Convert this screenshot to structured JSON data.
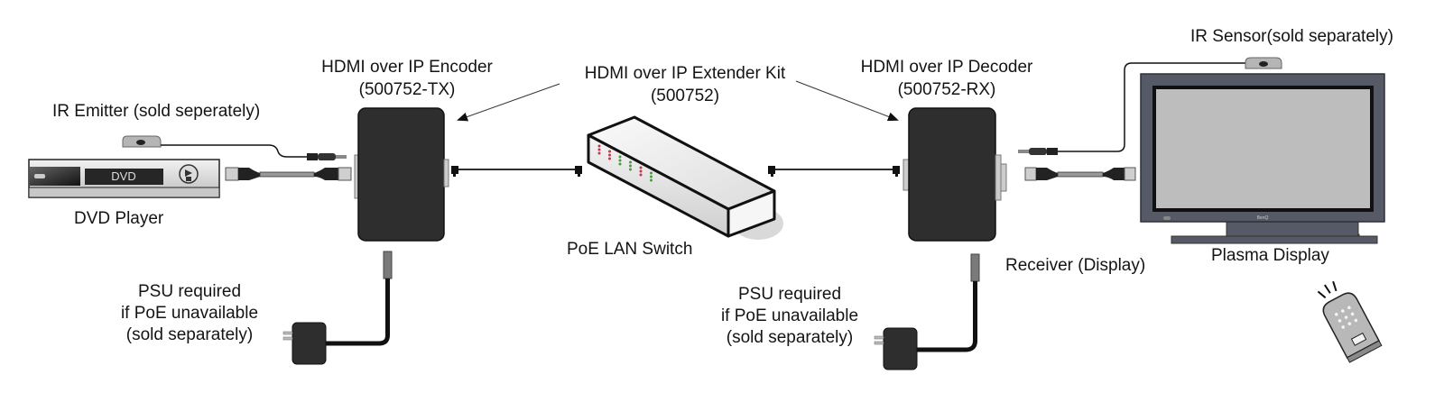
{
  "title": "HDMI over IP Extender Kit connection diagram",
  "labels": {
    "ir_emitter": "IR Emitter (sold seperately)",
    "dvd_player": "DVD Player",
    "dvd_display_text": "DVD",
    "encoder_line1": "HDMI over IP Encoder",
    "encoder_line2": "(500752-TX)",
    "kit_line1": "HDMI over IP Extender Kit",
    "kit_line2": "(500752)",
    "switch": "PoE LAN Switch",
    "decoder_line1": "HDMI over IP Decoder",
    "decoder_line2": "(500752-RX)",
    "ir_sensor": "IR Sensor(sold separately)",
    "receiver": "Receiver (Display)",
    "plasma": "Plasma Display",
    "tv_brand": "BenQ",
    "psu_left": [
      "PSU required",
      "if PoE unavailable",
      "(sold separately)"
    ],
    "psu_right": [
      "PSU required",
      "if PoE unavailable",
      "(sold separately)"
    ]
  },
  "colors": {
    "device_dark": "#2e2e2e",
    "cable": "#111111",
    "plasma_frame": "#555a66",
    "plasma_screen": "#bdbdbd",
    "switch_body": "#eeeeee",
    "led_red": "#c0394b",
    "led_green": "#4a9a3c"
  },
  "switch_leds": [
    "red",
    "red",
    "green",
    "green",
    "red",
    "green"
  ]
}
